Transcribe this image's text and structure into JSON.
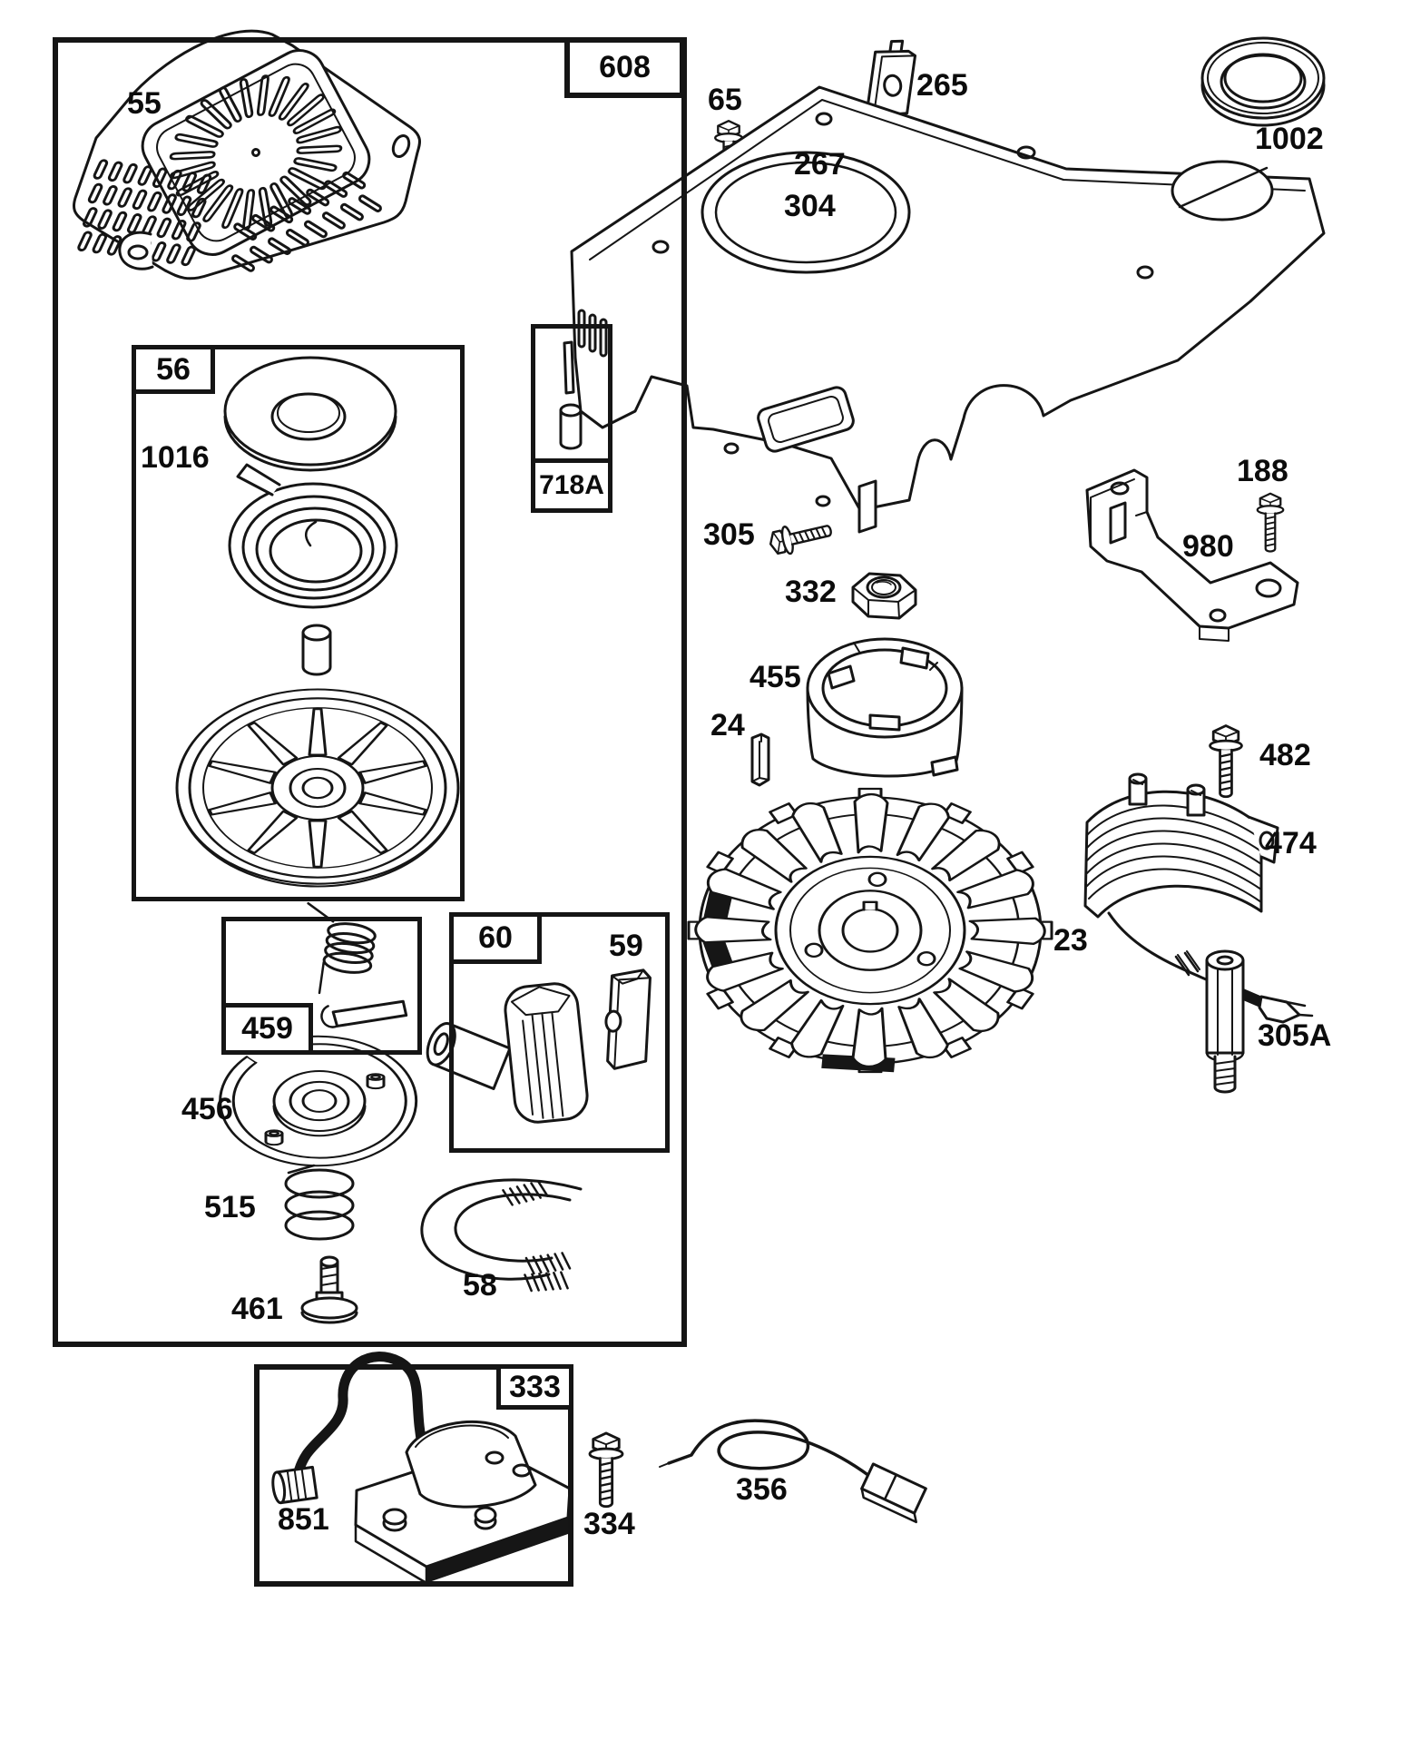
{
  "diagram": {
    "kind": "exploded-parts-diagram",
    "ink_color": "#151515",
    "paper_color": "#ffffff",
    "part_labels": {
      "group_608": "608",
      "part_55": "55",
      "group_56": "56",
      "part_1016": "1016",
      "group_718a": "718A",
      "group_459": "459",
      "part_456": "456",
      "group_60": "60",
      "part_59": "59",
      "part_515": "515",
      "part_461": "461",
      "part_58": "58",
      "group_333": "333",
      "part_851": "851",
      "part_334": "334",
      "part_356": "356",
      "part_65": "65",
      "part_267": "267",
      "part_265": "265",
      "part_1002": "1002",
      "part_304": "304",
      "part_305": "305",
      "part_332": "332",
      "part_188": "188",
      "part_980": "980",
      "part_455": "455",
      "part_24": "24",
      "part_23": "23",
      "part_482": "482",
      "part_474": "474",
      "part_305a": "305A"
    }
  }
}
